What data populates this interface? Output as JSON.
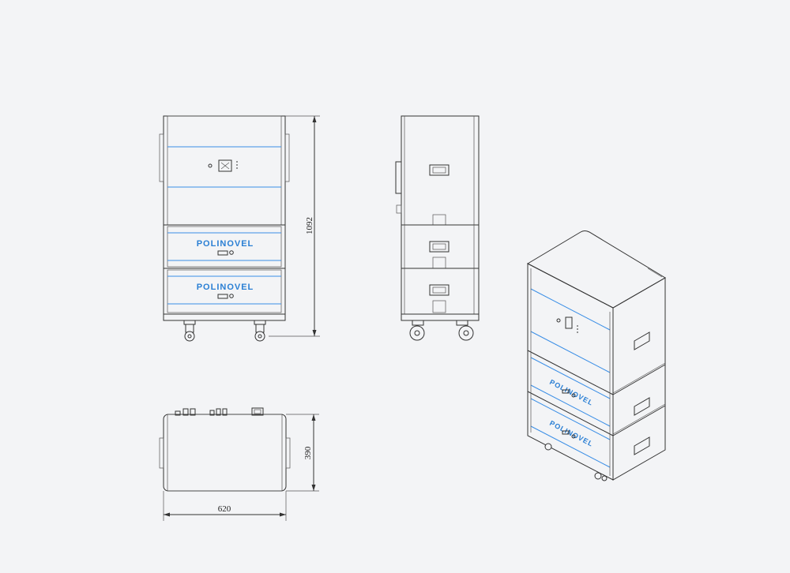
{
  "dimensions": {
    "height": "1092",
    "depth": "390",
    "width": "620"
  },
  "brand": {
    "logo_text": "POLINOVEL"
  },
  "colors": {
    "accent": "#3a8ee6",
    "line": "#333333",
    "background": "#f3f4f6"
  }
}
